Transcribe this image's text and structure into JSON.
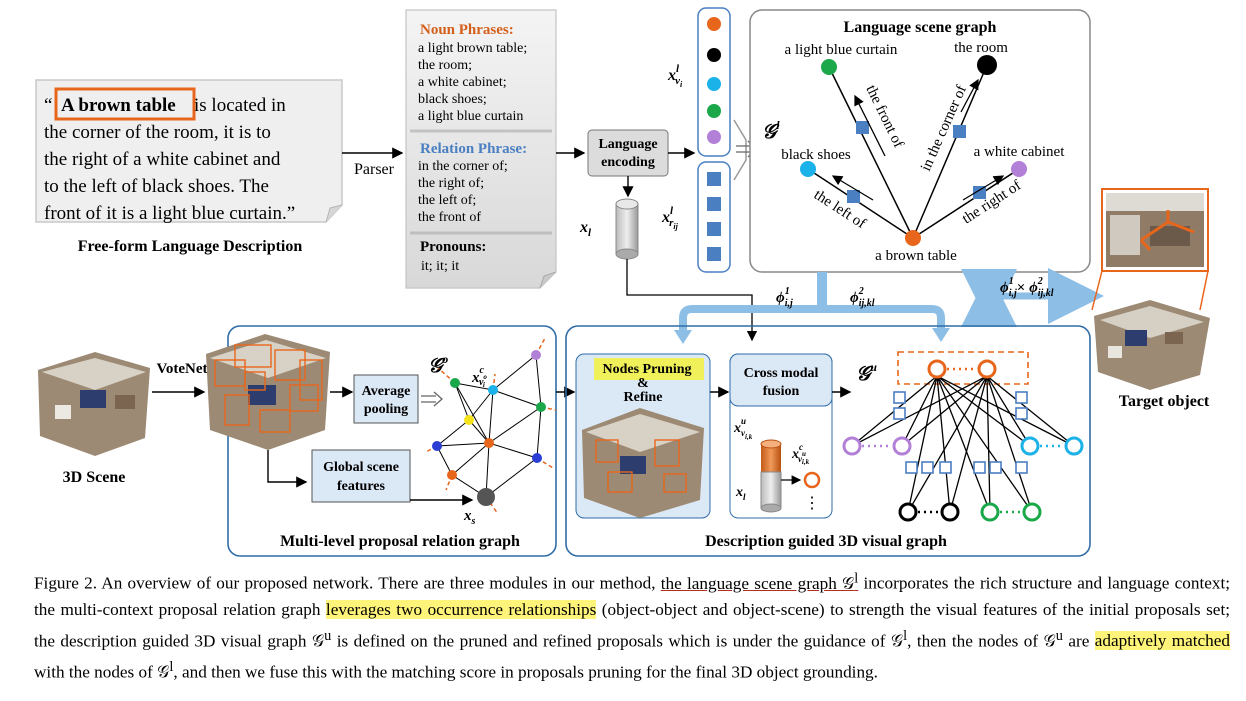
{
  "description": {
    "open_quote": "“",
    "highlight": "A brown table",
    "line1_rest": " is located in",
    "line2": "the corner of the room, it is to",
    "line3": "the right of a white cabinet and",
    "line4": "to the left of black shoes. The",
    "line5": "front of it is a light blue curtain.”",
    "label": "Free-form Language Description"
  },
  "parser_label": "Parser",
  "phrases": {
    "noun_title": "Noun Phrases:",
    "noun_items": [
      "a light brown table;",
      "the room;",
      "a white cabinet;",
      "black shoes;",
      "a light blue curtain"
    ],
    "relation_title": "Relation Phrase:",
    "relation_items": [
      "in the corner of;",
      "the right of;",
      "the left of;",
      "the front of"
    ],
    "pronoun_title": "Pronouns:",
    "pronoun_items": "it; it; it"
  },
  "language_encoding": [
    "Language",
    "encoding"
  ],
  "node_colors": [
    "#e8661c",
    "#000000",
    "#1ab2e8",
    "#1aa84a",
    "#b380d8"
  ],
  "scene_graph": {
    "title": "Language scene graph",
    "symbol": "𝒢",
    "sup": "l",
    "nodes": {
      "curtain": "a light blue curtain",
      "room": "the room",
      "shoes": "black shoes",
      "cabinet": "a white cabinet",
      "table": "a brown table"
    },
    "edges": {
      "front": "the front of",
      "corner": "in the corner of",
      "left": "the left of",
      "right": "the right of"
    }
  },
  "phi": {
    "phi1_sub": "i,j",
    "phi2_sub": "ij,kl",
    "phi_sup1": "1",
    "phi_sup2": "2",
    "times": "×"
  },
  "left_panel": {
    "scene_label": "3D Scene",
    "votenet": "VoteNet",
    "avg_pool": [
      "Average",
      "pooling"
    ],
    "global_feat": [
      "Global scene",
      "features"
    ],
    "graph_symbol": "𝒢",
    "graph_sup": "o",
    "title": "Multi-level proposal relation graph"
  },
  "right_panel": {
    "prune": [
      "Nodes Pruning",
      "&",
      "Refine"
    ],
    "fusion": [
      "Cross modal",
      "fusion"
    ],
    "graph_symbol": "𝒢",
    "graph_sup": "u",
    "title": "Description guided 3D visual graph"
  },
  "target_label": "Target object",
  "caption": {
    "p1": "Figure 2.   An overview of our proposed network. There are three modules in our method, ",
    "u1": "the language scene graph 𝒢",
    "u1_sup": "l",
    "p2": " incorporates the rich structure and language context; the multi-context proposal relation graph ",
    "h1": "leverages two occurrence relationships",
    "p3": " (object-object and object-scene) to strength the visual features of the initial proposals set; the description guided 3D visual graph 𝒢",
    "sup_u": "u",
    "p4": " is defined on the pruned and refined proposals which is under the guidance of 𝒢",
    "sup_l": "l",
    "p5": ", then the nodes of 𝒢",
    "sup_u2": "u",
    "p6": " are ",
    "h2": "adaptively matched",
    "p7": " with the nodes of 𝒢",
    "sup_l2": "l",
    "p8": ", and then we fuse this with the matching score in proposals pruning for the final 3D object grounding."
  }
}
